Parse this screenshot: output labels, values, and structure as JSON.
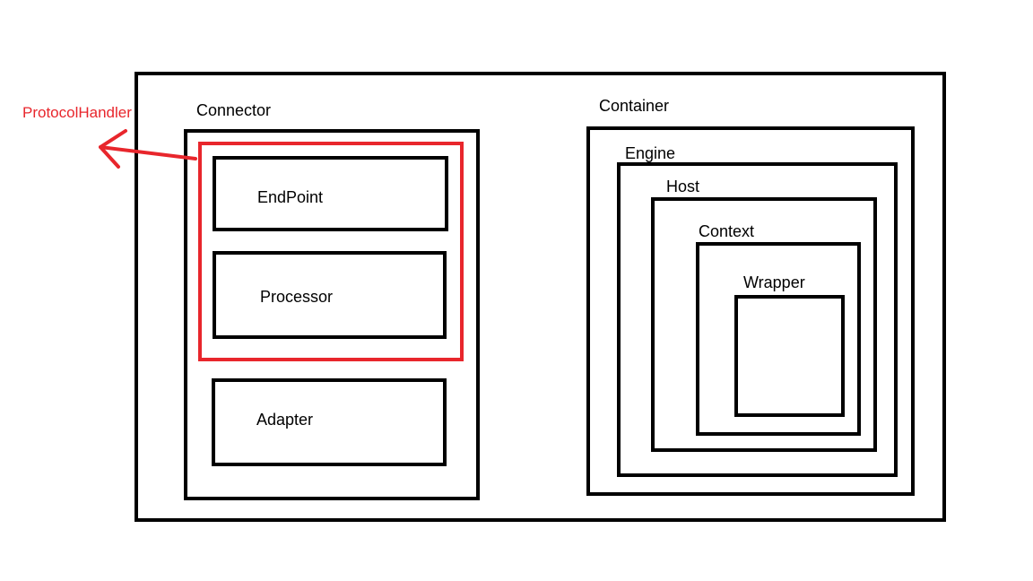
{
  "diagram": {
    "protocol_handler_label": "ProtocolHandler",
    "connector": {
      "label": "Connector",
      "endpoint_label": "EndPoint",
      "processor_label": "Processor",
      "adapter_label": "Adapter"
    },
    "container": {
      "label": "Container",
      "engine_label": "Engine",
      "host_label": "Host",
      "context_label": "Context",
      "wrapper_label": "Wrapper"
    }
  },
  "colors": {
    "stroke": "#000000",
    "highlight": "#e8262c",
    "background": "#ffffff"
  }
}
